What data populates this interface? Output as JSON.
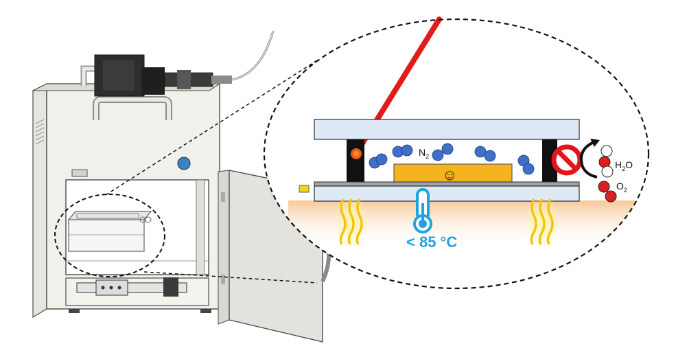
{
  "labels": {
    "gas": "N",
    "gas_sub": "2",
    "water": "H",
    "water_sub": "2",
    "water_tail": "O",
    "oxygen": "O",
    "oxygen_sub": "2",
    "temperature": "< 85 °C",
    "smiley": "☺"
  },
  "colors": {
    "laser": "#e21b1b",
    "glass": "#dde9f5",
    "substrate_plate": "#a0a4a8",
    "device": "#f5b320",
    "n2_molecule": "#3f6fc7",
    "oxygen_atom": "#dd1f1f",
    "hydrogen_atom": "#ffffff",
    "thermometer": "#1ea3e0",
    "heat_glow": "#fbe6c8",
    "heat_wave": "#f2c411",
    "prohibited": "#e3141c"
  },
  "icons": {
    "laser": "laser-beam-icon",
    "thermometer": "thermometer-icon",
    "heat": "heat-wave-icon",
    "blocked": "no-entry-icon",
    "molecule": "molecule-icon"
  }
}
